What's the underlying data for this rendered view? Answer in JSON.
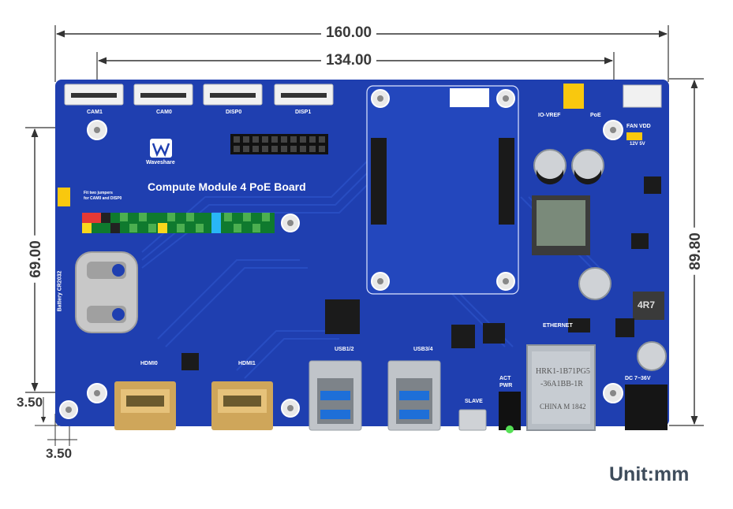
{
  "dimensions": {
    "board_length": "160.00",
    "hole_spacing_x": "134.00",
    "board_height": "89.80",
    "hole_spacing_y": "69.00",
    "hole_offset_y": "3.50",
    "hole_offset_x": "3.50",
    "unit_label": "Unit:mm"
  },
  "board": {
    "title": "Compute Module 4 PoE Board",
    "brand": "Waveshare",
    "labels": {
      "cam1": "CAM1",
      "cam0": "CAM0",
      "disp0": "DISP0",
      "disp1": "DISP1",
      "hdmi0": "HDMI0",
      "hdmi1": "HDMI1",
      "usb12": "USB1/2",
      "usb34": "USB3/4",
      "slave": "SLAVE",
      "act_pwr": "ACT\nPWR",
      "ethernet": "ETHERNET",
      "dc_in": "DC 7~36V",
      "io_vref": "IO-VREF",
      "poe": "PoE",
      "fan_vdd": "FAN VDD",
      "fan_volts": "12V 5V",
      "battery": "Battery CR2032",
      "jumper_note_1": "Fit two jumpers",
      "jumper_note_2": "for CAM0 and DISP0",
      "rj45_line1": "HRK1-1B71PG5",
      "rj45_line2": "-36A1BB-1R",
      "rj45_line3": "CHINA  M 1842",
      "inductor": "4R7"
    }
  },
  "colors": {
    "board_blue": "#1f3fb0",
    "board_dark": "#17318f",
    "trace": "#2a4fc4",
    "dim_line": "#333333",
    "text_dark": "#3a3a3a",
    "unit_text": "#3f4d5c"
  }
}
